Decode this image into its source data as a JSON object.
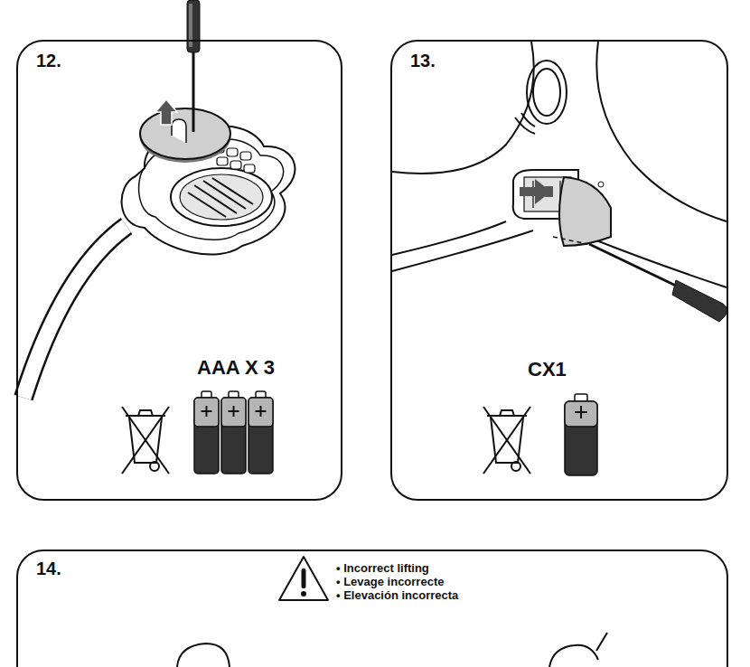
{
  "diagram": {
    "nodes": [
      {
        "text": [
          "12.",
          "AAA X 3"
        ]
      },
      {
        "text": [
          "13.",
          "CX1"
        ]
      },
      {
        "text": [
          "14.",
          "• Incorrect lifting",
          "• Levage incorrecte",
          "• Elevación incorrecta"
        ]
      }
    ]
  }
}
